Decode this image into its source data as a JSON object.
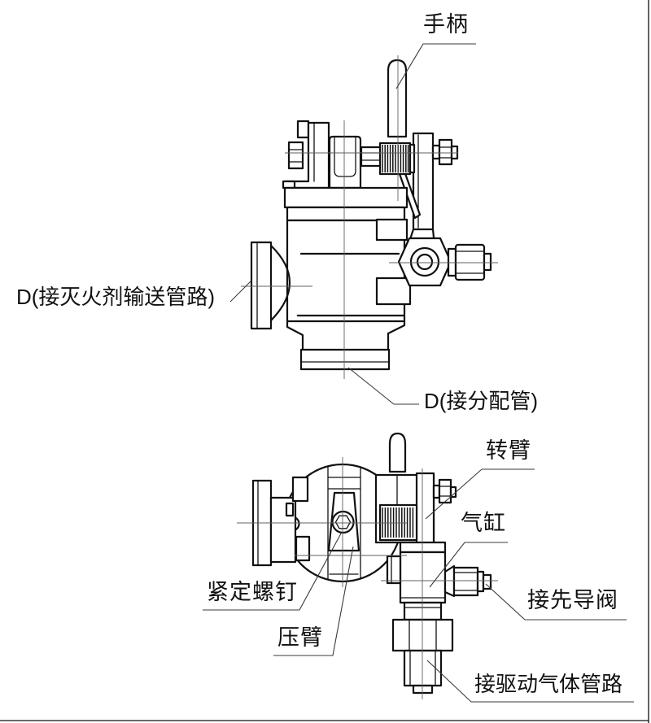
{
  "colors": {
    "line": "#111111",
    "background": "#ffffff"
  },
  "labels": {
    "handle": "手柄",
    "agent_delivery_port": "D(接灭火剂输送管路)",
    "distribution_port": "D(接分配管)",
    "swivel_arm": "转臂",
    "gas_cylinder": "气缸",
    "set_screw": "紧定螺钉",
    "press_arm": "压臂",
    "pilot_valve_port": "接先导阀",
    "drive_gas_port": "接驱动气体管路"
  }
}
